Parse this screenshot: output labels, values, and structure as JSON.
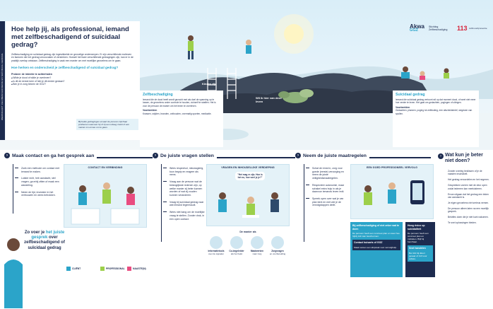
{
  "header": {
    "side_strip": "WERKKAART ZELFBESCHADIGING EN SUÏCIDAAL GEDRAG",
    "title": "Hoe help jij, als professional, iemand met zelfbeschadigend of suïcidaal gedrag?",
    "body": "Zelfbeschadiging en suïcidaal gedrag zijn ingewikkelde en gevoelige onderwerpen. Er zijn verschillende motieven en factoren die het gedrag veroorzaken of versterken. Hoewel het twee verschillende gedragingen zijn, kan er in de praktijk overlap ontstaan. Zelfbeschadiging is vaak een manier om met moeilijke gevoelens om te gaan.",
    "question": "Hoe herken en onderscheid je zelfbeschadigend of suïcidaal gedrag?",
    "probeer_title": "Probeer de intentie te achterhalen",
    "probeer_items": [
      "Wilde je dood of wilde je overleven?",
      "Is dit de eerste keer of heb je dit eerder gedaan?",
      "Ben je in zorg binnen de GGZ?"
    ],
    "note": "Bij beide gedragingen ervaart de persoon zijn/haar problemen wanneer hij of zij een uitweg zoekt of een manier om ermee om te gaan."
  },
  "logos": {
    "akwa": "Akwa",
    "akwa_sub": "GGZ",
    "stichting": "Stichting Zelfbeschadiging",
    "l113": "113",
    "l113_sub": "zelfmoordpreventie"
  },
  "scene": {
    "label_kies_zijn": "Kiezen zijn",
    "label_wil_dood": "Wil ik hier van deze leven"
  },
  "zelfbeschadiging": {
    "title": "Zelfbeschadiging",
    "body": "Iemand die de dood heeft wordt gezocht met als doel de spanning op te lossen, de gevoelens onder controle te houden, zichzelf te straffen. Het is voor de persoon de manier om het leven te overleven.",
    "voorbeelden": "Voorbeelden",
    "voorbeelden_body": "Krassen, snijden, branden, onthouden, overmatig sporten, medicatie."
  },
  "suicidaal": {
    "title": "Suïcidaal gedrag",
    "body": "Iemand die suïcidaal gedrag vertoont wil op dat moment dood, of weet niet meer hoe verder te leven. Het gaat om gedachten, pogingen of uitingen.",
    "voorbeelden": "Voorbeelden",
    "voorbeelden_body": "Gedachten, plannen, poging tot zelfdoding, een afscheidsbrief, wegdoen van spullen."
  },
  "steps": [
    {
      "title": "Maak contact en ga het gesprek aan",
      "bullets": [
        "Zoek een methode om contact met iemand te maken.",
        "Luister echt, heb aandacht, stel vragen, ga erbij zitten of maak een wandeling.",
        "Neem de tijd, investeer in het vertrouwen en wees betrokken."
      ],
      "ill_title": "CONTACT EN VERBINDING"
    },
    {
      "title": "De juiste vragen stellen",
      "bullets": [
        "Wees respectvol, nieuwsgierig, toon begrip en reageer als mens.",
        "Vraag aan de persoon wat de belangrijkste redenen zijn, op welke manier zij beter kunnen worden of wat zij zouden kunnen veranderen.",
        "Vraag bij suïcidaal gedrag naar wat iemand tegenhoudt.",
        "Wees niet bang om de moeilijke vraag te stellen. Zonder druk, in een open contact."
      ],
      "ill_title": "VRAGEN EN INHOUDELIJKE VERDIEPING",
      "speech": "\"Het mag er zijn. Hoe is het nu, hoe voel je je?\"",
      "methods_title": "De manier als",
      "methods": [
        {
          "title": "Informatietools",
          "text": "over de signalen"
        },
        {
          "title": "Co-begeleider",
          "text": "als het helpt"
        },
        {
          "title": "Maatwerken",
          "text": "naar zorg"
        },
        {
          "title": "Zorgvragen",
          "text": "en voorbereiding"
        }
      ]
    },
    {
      "title": "Neem de juiste maatregelen",
      "bullets": [
        "Schat de ernst in, zorg voor goede (eerste) verzorging en neem de juiste veiligheidsmaatregelen.",
        "Respecteer autonomie, maar schakel extra hulp in als je daarvoor iemands leven redt.",
        "Spreek open over wat je van plan bent en met wie je de vervolgstappen deelt."
      ],
      "ill_title": "EEN GOED PROFESSIONEEL VERVOLG",
      "note1_title": "Bij zelfbeschadiging of niet zeker wat te doen",
      "note1_body": "De persoon heeft een concreet plan en weet hoe hij/zij zich kan beschermen.",
      "note1_sub": "Contact huisarts of GGZ",
      "note1_sub_body": "Maak samen een afspraak voor vervolghulp.",
      "note2_title": "Hoog risico op suïcidaliteit",
      "note2_body": "De persoon heeft een concreet plan en middelen. Blijf bij hem/haar.",
      "note2_sub": "Snel handelen",
      "note2_sub_body": "Bel 112 bij direct gevaar of 113 voor advies."
    }
  ],
  "quote": {
    "pre": "Zo voer je ",
    "highlight": "het juiste gesprek",
    "post": " over zelfbeschadigend of suïcidaal gedrag"
  },
  "legend": [
    {
      "label": "CLIËNT",
      "color": "#2ba4c9"
    },
    {
      "label": "PROFESSIONAL",
      "color": "#9ccf4a"
    },
    {
      "label": "NAASTE(N)",
      "color": "#e94c80"
    }
  ],
  "right": {
    "title": "Wat kun je beter niet doen?",
    "items": [
      "Zonder overleg beslissen of je de naasten inschakelt.",
      "Het gedrag veroordelen en het negeren.",
      "Gesprekken voeren met de deur open zodat iedereen kan meeluisteren.",
      "Ervan uitgaan dat het gedrag een teken van aandacht is.",
      "Je eigen gevoelens niet serieus nemen.",
      "De persoon alleen laten na een moeilijk gesprek.",
      "Beloftes doen die je niet kunt nakomen.",
      "Te snel oplossingen bieden."
    ]
  },
  "colors": {
    "navy": "#1d2b4f",
    "accent": "#2ba4c9",
    "red": "#d6223a"
  }
}
